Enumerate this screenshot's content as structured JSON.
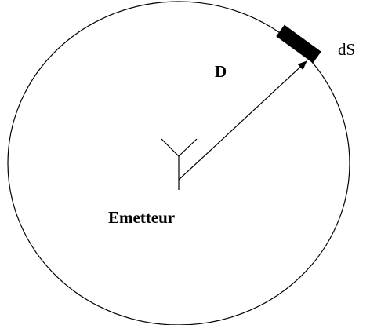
{
  "labels": {
    "distance": "D",
    "surface_element": "dS",
    "emitter": "Emetteur"
  },
  "colors": {
    "stroke": "#000000",
    "background": "#ffffff"
  }
}
